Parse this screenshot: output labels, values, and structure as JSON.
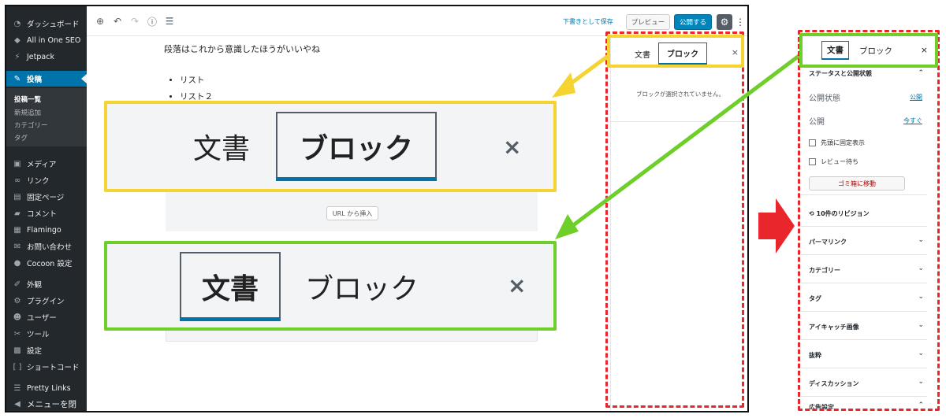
{
  "sidebar": {
    "items": [
      {
        "label": "ダッシュボード",
        "icon": "dashboard-icon",
        "glyph": "◔"
      },
      {
        "label": "All in One SEO",
        "icon": "shield-icon",
        "glyph": "◆"
      },
      {
        "label": "Jetpack",
        "icon": "jetpack-icon",
        "glyph": "⚡"
      },
      {
        "label": "投稿",
        "icon": "pin-icon",
        "glyph": "✎"
      },
      {
        "label": "メディア",
        "icon": "media-icon",
        "glyph": "▣"
      },
      {
        "label": "リンク",
        "icon": "link-icon",
        "glyph": "∞"
      },
      {
        "label": "固定ページ",
        "icon": "page-icon",
        "glyph": "▤"
      },
      {
        "label": "コメント",
        "icon": "comment-icon",
        "glyph": "▰"
      },
      {
        "label": "Flamingo",
        "icon": "flamingo-icon",
        "glyph": "▦"
      },
      {
        "label": "お問い合わせ",
        "icon": "mail-icon",
        "glyph": "✉"
      },
      {
        "label": "Cocoon 設定",
        "icon": "cocoon-icon",
        "glyph": "●"
      },
      {
        "label": "外観",
        "icon": "brush-icon",
        "glyph": "✐"
      },
      {
        "label": "プラグイン",
        "icon": "plugin-icon",
        "glyph": "⚙"
      },
      {
        "label": "ユーザー",
        "icon": "user-icon",
        "glyph": "☻"
      },
      {
        "label": "ツール",
        "icon": "wrench-icon",
        "glyph": "✂"
      },
      {
        "label": "設定",
        "icon": "settings-icon",
        "glyph": "▩"
      },
      {
        "label": "ショートコード",
        "icon": "shortcode-icon",
        "glyph": "[ ]"
      },
      {
        "label": "Pretty Links",
        "icon": "prettylinks-icon",
        "glyph": "☰"
      },
      {
        "label": "メニューを閉",
        "icon": "collapse-icon",
        "glyph": "◀"
      }
    ],
    "submenu": [
      "投稿一覧",
      "新規追加",
      "カテゴリー",
      "タグ"
    ]
  },
  "toolbar": {
    "draft_label": "下書きとして保存",
    "preview_label": "プレビュー",
    "publish_label": "公開する"
  },
  "content": {
    "paragraph": "段落はこれから意識したほうがいいやね",
    "list_items": [
      "リスト",
      "リスト２"
    ],
    "url_insert_label": "URL から挿入"
  },
  "settings_panel": {
    "tab_document": "文書",
    "tab_block": "ブロック",
    "close": "×",
    "no_block_message": "ブロックが選択されていません。"
  },
  "zoom_yellow": {
    "tab_document": "文書",
    "tab_block": "ブロック",
    "close": "×"
  },
  "zoom_green": {
    "tab_document": "文書",
    "tab_block": "ブロック",
    "close": "×"
  },
  "right_panel": {
    "tab_document": "文書",
    "tab_block": "ブロック",
    "close": "×",
    "status_section": "ステータスと公開状態",
    "visibility_label": "公開状態",
    "visibility_value": "公開",
    "publish_label": "公開",
    "publish_value": "今すぐ",
    "sticky_label": "先頭に固定表示",
    "pending_label": "レビュー待ち",
    "trash_label": "ゴミ箱に移動",
    "revisions": "10件のリビジョン",
    "sections": [
      "パーマリンク",
      "カテゴリー",
      "タグ",
      "アイキャッチ画像",
      "抜粋",
      "ディスカッション",
      "広告設定"
    ]
  },
  "colors": {
    "yellow_highlight": "#f5d330",
    "green_highlight": "#6fcf2a",
    "red_highlight": "#e8262b",
    "wp_blue": "#0073aa",
    "wp_dark": "#23282d"
  }
}
